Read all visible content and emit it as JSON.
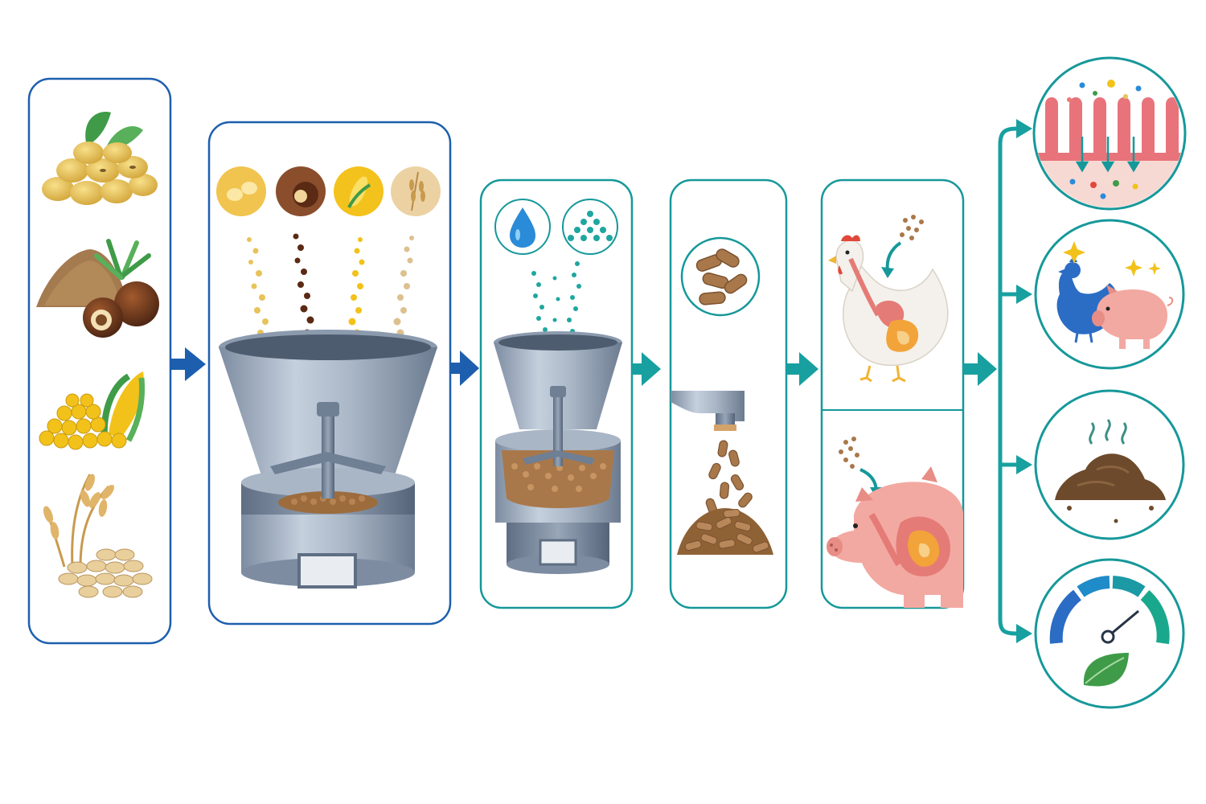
{
  "colors": {
    "blue_outline": "#1d5fae",
    "teal_outline": "#16989a",
    "arrow_blue": "#1d5fae",
    "arrow_teal": "#18a0a0",
    "steel": "#9aa8ba",
    "steel_dark": "#6f7f94",
    "feed_brown": "#a9784a",
    "soy_yellow": "#e8c35a",
    "corn_yellow": "#f2c21a",
    "palm_brown": "#6b3a1f",
    "wheat_tan": "#d8b479",
    "water_blue": "#2a8bd8",
    "enzyme_teal": "#1fa6a0",
    "chicken_white": "#f4f1ec",
    "pig_pink": "#f2a9a2",
    "gut_pink": "#e57b76",
    "blue_animal": "#2b6cc4",
    "manure_brown": "#6d4a2c",
    "leaf_green": "#3f9b48"
  },
  "stages": [
    {
      "id": "raw-ingredients",
      "icons": [
        "soybean-icon",
        "palm-kernel-icon",
        "corn-icon",
        "wheat-icon"
      ]
    },
    {
      "id": "ingredient-mixer",
      "icons": [
        "soybean-icon",
        "palm-fruit-icon",
        "corn-icon",
        "wheat-icon",
        "mixer-icon"
      ]
    },
    {
      "id": "additive-mixer",
      "icons": [
        "water-drop-icon",
        "enzyme-granules-icon",
        "mixer-icon"
      ]
    },
    {
      "id": "pelleting",
      "icons": [
        "pellets-icon",
        "pellet-nozzle-icon"
      ]
    },
    {
      "id": "animal-digestion",
      "icons": [
        "chicken-digestive-icon",
        "pig-digestive-icon"
      ]
    },
    {
      "id": "outcomes",
      "icons": [
        "gut-absorption-icon",
        "animal-health-icon",
        "manure-icon",
        "efficiency-gauge-icon"
      ]
    }
  ]
}
